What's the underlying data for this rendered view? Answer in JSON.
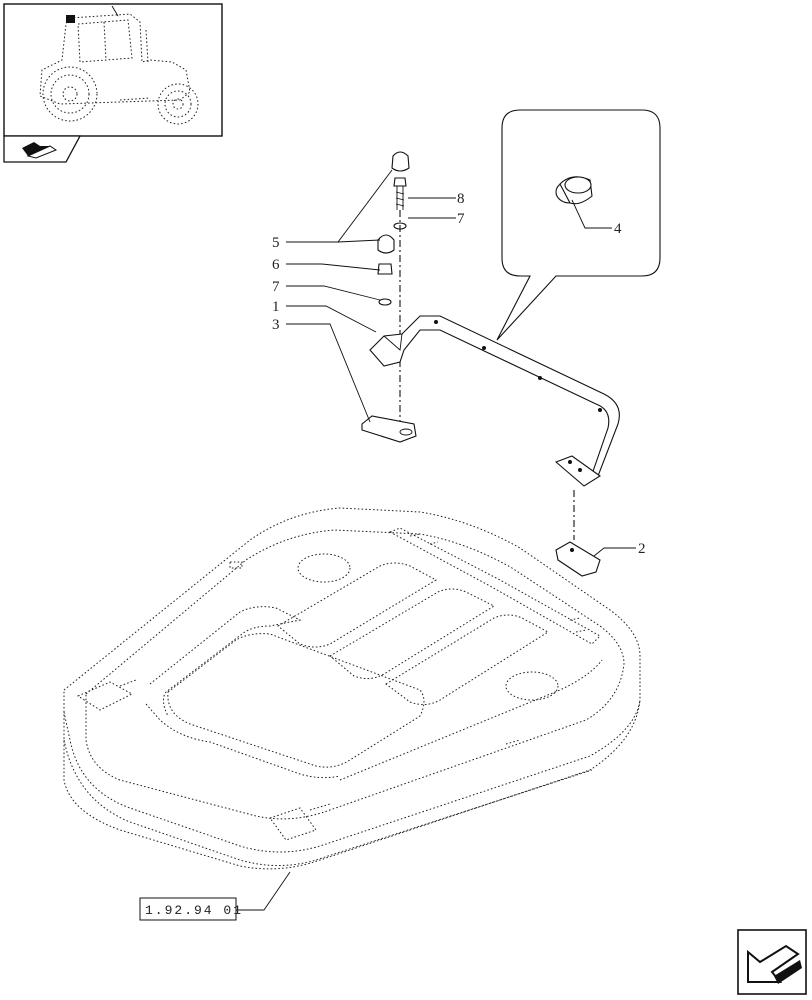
{
  "callouts": [
    "5",
    "6",
    "7",
    "1",
    "3",
    "8",
    "7",
    "4",
    "2"
  ],
  "reference_code": "1.92.94 01",
  "icons": {
    "thumbnail": "tractor-thumbnail-icon",
    "section": "section-arrow-icon",
    "nav": "next-page-arrow-icon"
  }
}
